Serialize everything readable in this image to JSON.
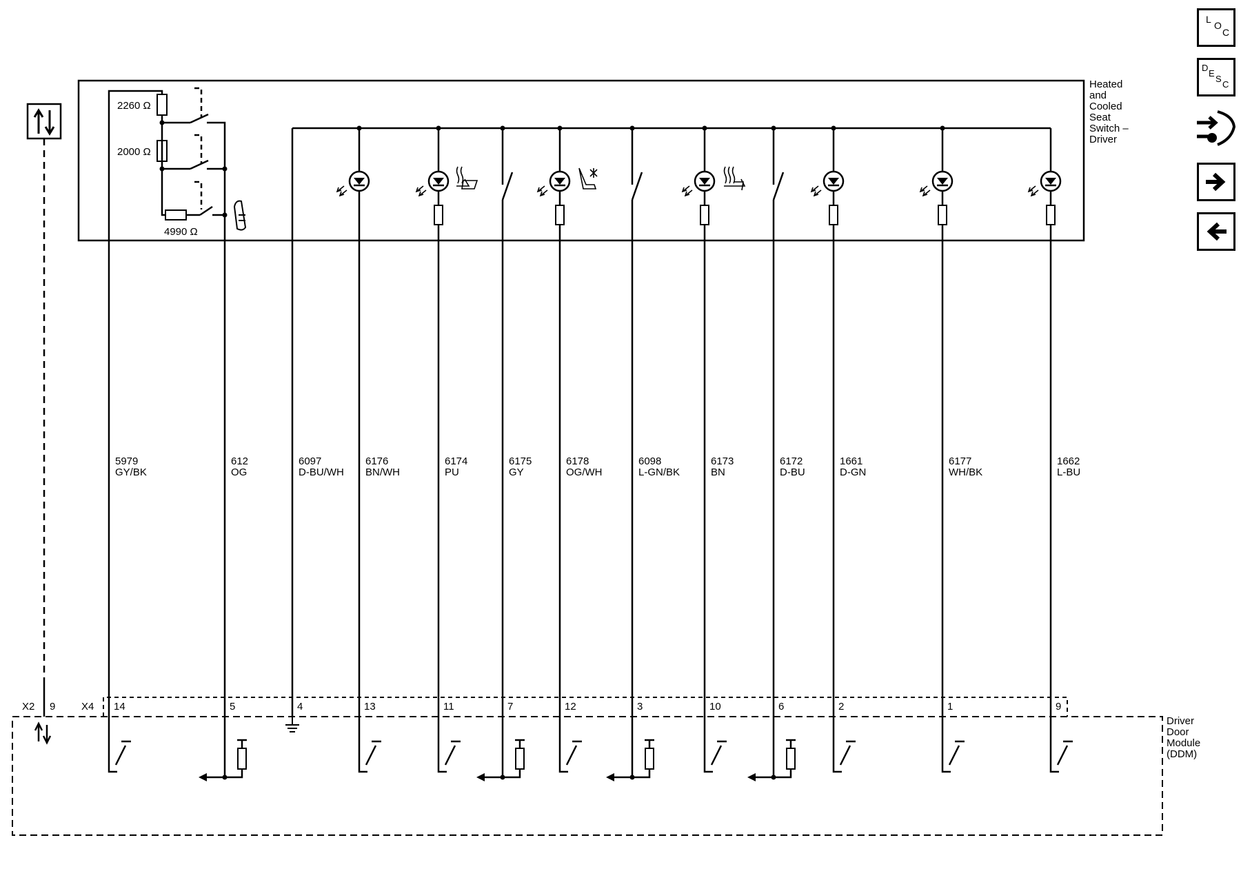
{
  "components": {
    "switch_name": [
      "Heated",
      "and",
      "Cooled",
      "Seat",
      "Switch –",
      "Driver"
    ],
    "module_name": [
      "Driver",
      "Door",
      "Module",
      "(DDM)"
    ]
  },
  "resistors": [
    "2260 Ω",
    "2000 Ω",
    "4990 Ω"
  ],
  "connectors": {
    "x2": "X2",
    "x2_pin": "9",
    "x4": "X4"
  },
  "wires": [
    {
      "circuit": "5979",
      "color": "GY/BK",
      "pin": "14"
    },
    {
      "circuit": "612",
      "color": "OG",
      "pin": "5"
    },
    {
      "circuit": "6097",
      "color": "D-BU/WH",
      "pin": "4"
    },
    {
      "circuit": "6176",
      "color": "BN/WH",
      "pin": "13"
    },
    {
      "circuit": "6174",
      "color": "PU",
      "pin": "11"
    },
    {
      "circuit": "6175",
      "color": "GY",
      "pin": "7"
    },
    {
      "circuit": "6178",
      "color": "OG/WH",
      "pin": "12"
    },
    {
      "circuit": "6098",
      "color": "L-GN/BK",
      "pin": "3"
    },
    {
      "circuit": "6173",
      "color": "BN",
      "pin": "10"
    },
    {
      "circuit": "6172",
      "color": "D-BU",
      "pin": "6"
    },
    {
      "circuit": "1661",
      "color": "D-GN",
      "pin": "2"
    },
    {
      "circuit": "6177",
      "color": "WH/BK",
      "pin": "1"
    },
    {
      "circuit": "1662",
      "color": "L-BU",
      "pin": "9"
    }
  ],
  "nav": {
    "loc": [
      "L",
      "O",
      "C"
    ],
    "desc": [
      "D",
      "E",
      "S",
      "C"
    ]
  }
}
